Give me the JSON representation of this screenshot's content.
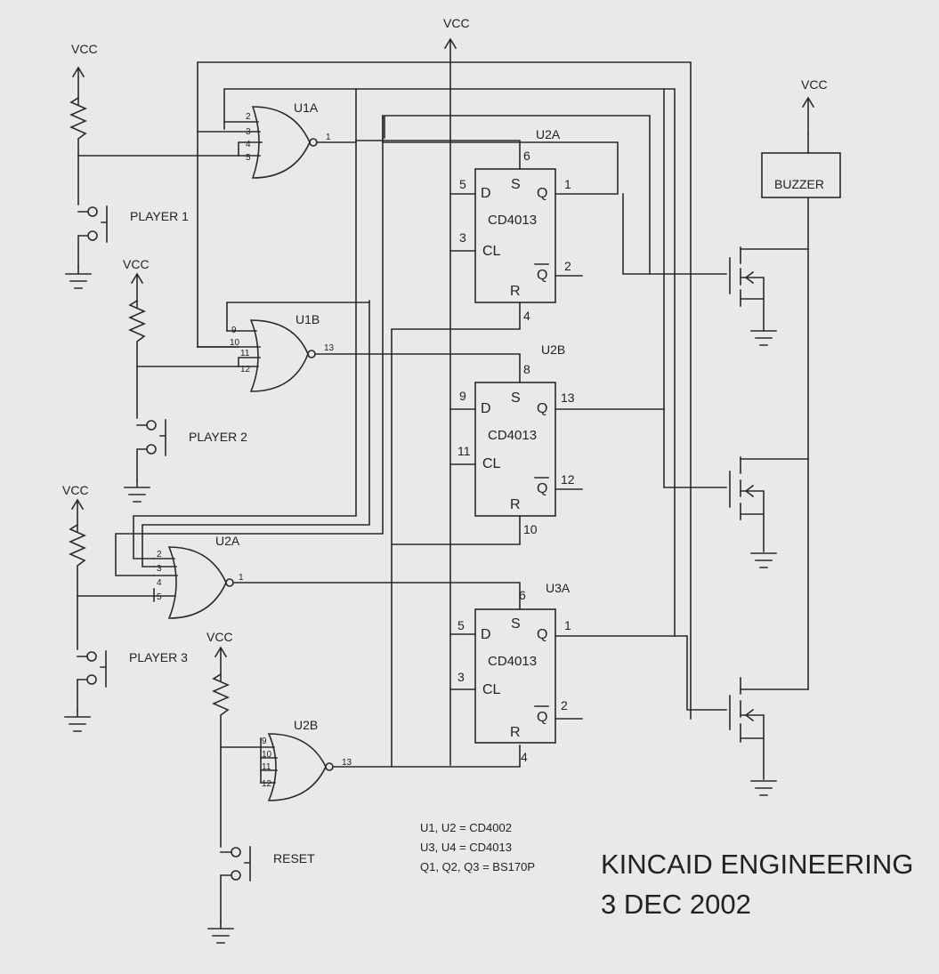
{
  "vcc_label": "VCC",
  "gnd_icon": "ground-symbol",
  "players": [
    {
      "label": "PLAYER 1"
    },
    {
      "label": "PLAYER 2"
    },
    {
      "label": "PLAYER 3"
    }
  ],
  "reset_label": "RESET",
  "buzzer_label": "BUZZER",
  "nor_gates": [
    {
      "name": "U1A",
      "pins": [
        "2",
        "3",
        "4",
        "5"
      ],
      "out_pin": "1"
    },
    {
      "name": "U1B",
      "pins": [
        "9",
        "10",
        "11",
        "12"
      ],
      "out_pin": "13"
    },
    {
      "name": "U2A",
      "pins": [
        "2",
        "3",
        "4",
        "5"
      ],
      "out_pin": "1"
    },
    {
      "name": "U2B",
      "pins": [
        "9",
        "10",
        "11",
        "12"
      ],
      "out_pin": "13"
    }
  ],
  "flipflops": [
    {
      "name": "U2A",
      "chip": "CD4013",
      "s_pin": "6",
      "d_pin": "5",
      "cl_pin": "3",
      "q_pin": "1",
      "qbar_pin": "2",
      "r_pin": "4"
    },
    {
      "name": "U2B",
      "chip": "CD4013",
      "s_pin": "8",
      "d_pin": "9",
      "cl_pin": "11",
      "q_pin": "13",
      "qbar_pin": "12",
      "r_pin": "10"
    },
    {
      "name": "U3A",
      "chip": "CD4013",
      "s_pin": "6",
      "d_pin": "5",
      "cl_pin": "3",
      "q_pin": "1",
      "qbar_pin": "2",
      "r_pin": "4"
    }
  ],
  "ff_letters": {
    "d": "D",
    "s": "S",
    "q": "Q",
    "cl": "CL",
    "r": "R",
    "qbar": "Q"
  },
  "notes": [
    "U1, U2 = CD4002",
    "U3, U4 = CD4013",
    "Q1, Q2, Q3 = BS170P"
  ],
  "title": {
    "company": "KINCAID ENGINEERING",
    "date": "3 DEC 2002"
  }
}
